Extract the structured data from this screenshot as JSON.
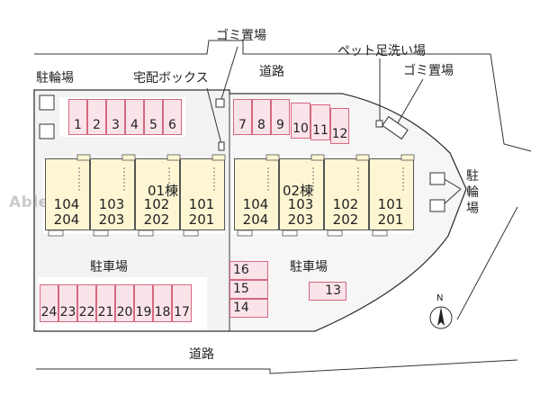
{
  "labels": {
    "road_top": "道路",
    "road_bottom": "道路",
    "garbage_top": "ゴミ置場",
    "pet_wash": "ペット足洗い場",
    "garbage_right": "ゴミ置場",
    "bike_left": "駐輪場",
    "delivery_box": "宅配ボックス",
    "parking_left": "駐車場",
    "parking_right": "駐車場",
    "bike_right": [
      "駐",
      "輪",
      "場"
    ],
    "north": "N",
    "watermark": "Able NetWork"
  },
  "buildings": [
    {
      "name": "01棟",
      "units": [
        {
          "top": "104",
          "bottom": "204"
        },
        {
          "top": "103",
          "bottom": "203"
        },
        {
          "top": "102",
          "bottom": "202"
        },
        {
          "top": "101",
          "bottom": "201"
        }
      ]
    },
    {
      "name": "02棟",
      "units": [
        {
          "top": "104",
          "bottom": "204"
        },
        {
          "top": "103",
          "bottom": "203"
        },
        {
          "top": "102",
          "bottom": "202"
        },
        {
          "top": "101",
          "bottom": "201"
        }
      ]
    }
  ],
  "parking": {
    "top_left": [
      "1",
      "2",
      "3",
      "4",
      "5",
      "6"
    ],
    "top_right": [
      "7",
      "8",
      "9",
      "10",
      "11",
      "12"
    ],
    "bottom_left": [
      "24",
      "23",
      "22",
      "21",
      "20",
      "19",
      "18",
      "17"
    ],
    "stack_right": [
      "16",
      "15",
      "14"
    ],
    "single": "13"
  },
  "colors": {
    "stall_fill": "#fbe3ea",
    "stall_border": "#d4697f",
    "unit_fill": "#fdf6d3",
    "line": "#333333"
  }
}
